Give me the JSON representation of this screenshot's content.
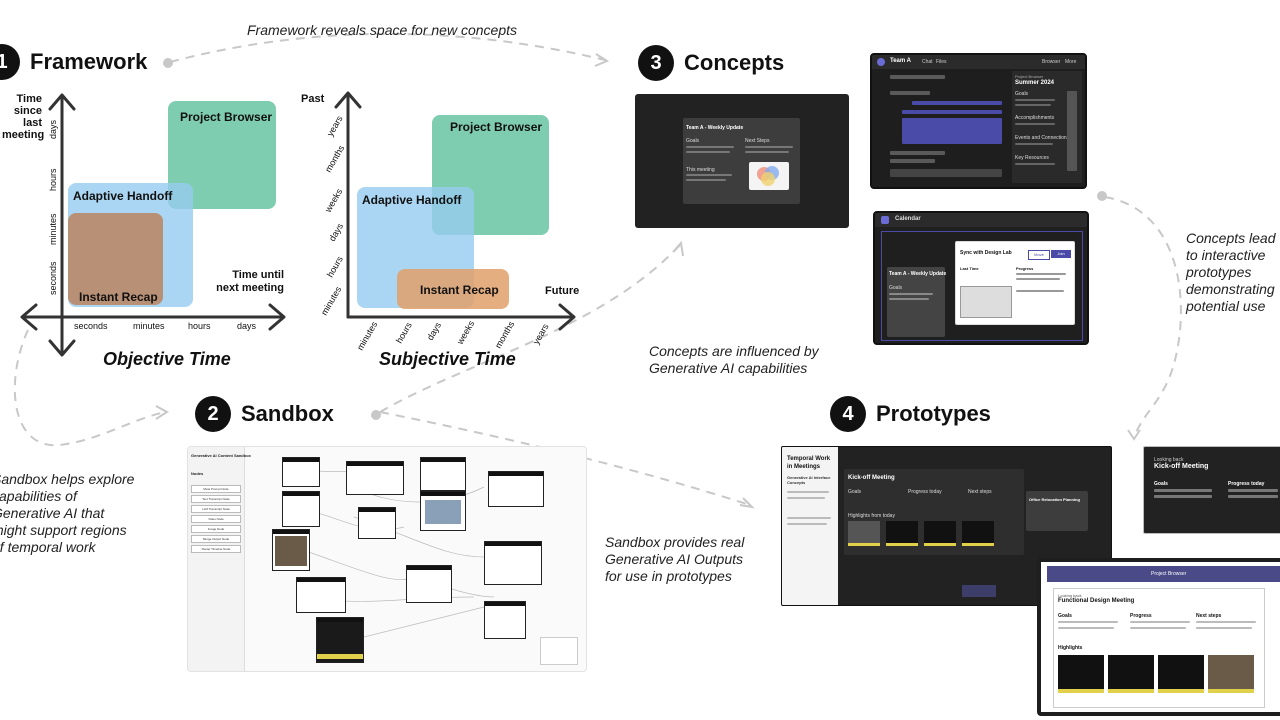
{
  "sections": {
    "framework": {
      "number": "1",
      "title": "Framework"
    },
    "sandbox": {
      "number": "2",
      "title": "Sandbox"
    },
    "concepts": {
      "number": "3",
      "title": "Concepts"
    },
    "prototypes": {
      "number": "4",
      "title": "Prototypes"
    }
  },
  "annotations": {
    "framework_reveals": "Framework reveals space for new concepts",
    "concepts_lead": [
      "Concepts lead",
      "to interactive",
      "prototypes",
      "demonstrating",
      "potential use"
    ],
    "concepts_influenced": [
      "Concepts are influenced by",
      "Generative AI capabilities"
    ],
    "sandbox_helps": [
      "Sandbox helps explore",
      "capabilities of",
      "Generative AI that",
      "might support regions",
      "of temporal work"
    ],
    "sandbox_provides": [
      "Sandbox provides real",
      "Generative AI Outputs",
      "for use in prototypes"
    ]
  },
  "objective_chart": {
    "title": "Objective Time",
    "y_label": [
      "Time",
      "since",
      "last",
      "meeting"
    ],
    "x_label": [
      "Time until",
      "next meeting"
    ],
    "y_ticks": [
      "days",
      "hours",
      "minutes",
      "seconds"
    ],
    "x_ticks": [
      "seconds",
      "minutes",
      "hours",
      "days"
    ],
    "regions": {
      "project_browser": "Project Browser",
      "adaptive_handoff": "Adaptive Handoff",
      "instant_recap": "Instant Recap"
    }
  },
  "subjective_chart": {
    "title": "Subjective Time",
    "y_label": "Past",
    "x_label": "Future",
    "y_ticks": [
      "years",
      "months",
      "weeks",
      "days",
      "hours",
      "minutes"
    ],
    "x_ticks": [
      "minutes",
      "hours",
      "days",
      "weeks",
      "months",
      "years"
    ],
    "regions": {
      "project_browser": "Project Browser",
      "adaptive_handoff": "Adaptive Handoff",
      "instant_recap": "Instant Recap"
    }
  },
  "colors": {
    "green": "#7fcdb0",
    "blue": "#a9d6f0",
    "brown": "#b98a6a",
    "orange": "#e0a06a",
    "dark": "#222222",
    "purple": "#4a4aa8"
  },
  "concept_shots": {
    "teams": {
      "app": "Team A",
      "tabs": [
        "Chat",
        "Files"
      ],
      "right_tabs": [
        "Browser",
        "More"
      ],
      "panel_title": "Summer 2024",
      "panel_label": "Project Browser",
      "panel_sections": [
        "Goals",
        "Accomplishments",
        "Events and Connections",
        "Key Resources"
      ]
    },
    "recap": {
      "title": "Team A - Weekly Update",
      "left": "Goals",
      "right": "Next Steps",
      "mid": "This meeting"
    },
    "calendar": {
      "app": "Calendar",
      "popup_title": "Sync with Design Lab",
      "left_card": "Team A - Weekly Update",
      "left_sub": "Goals",
      "buttons": [
        "Move",
        "Join"
      ],
      "cols": [
        "Last Time",
        "Progress"
      ]
    }
  },
  "sandbox_shot": {
    "title": "Generative AI Content Sandbox",
    "panel_heading": "Nodes",
    "buttons": [
      "Meta Prompt Node",
      "Text Transcript Node",
      "LLM Transcript Node",
      "Video Node",
      "Image Node",
      "Merge Output Node",
      "Recap Timeline Node"
    ]
  },
  "prototype_shots": {
    "kickoff_dark": {
      "sidebar_title": "Temporal Work in Meetings",
      "sidebar_sub": "Generative AI Interface Concepts",
      "title": "Kick-off Meeting",
      "cols": [
        "Goals",
        "Progress today",
        "Next steps"
      ],
      "highlights": "Highlights from today",
      "side_card": "Office Relocation Planning"
    },
    "kickoff_light": {
      "label": "Looking back",
      "title": "Kick-off Meeting",
      "cols": [
        "Goals",
        "Progress today"
      ]
    },
    "functional": {
      "header": "Project Browser",
      "label": "Looking back",
      "title": "Functional Design Meeting",
      "cols": [
        "Goals",
        "Progress",
        "Next steps"
      ],
      "highlights": "Highlights"
    }
  }
}
